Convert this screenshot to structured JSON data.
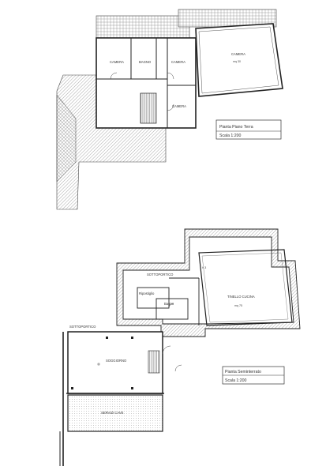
{
  "plans": {
    "ground_floor": {
      "legend_title": "Pianta Piano Terra",
      "legend_scale": "Scala 1:200",
      "rooms": {
        "camera_1": "CAMERA",
        "bagno": "BAGNO",
        "camera_2": "CAMERA",
        "camera_big": "CAMERA",
        "camera_big_area": "mq 30",
        "camera_3": "CAMERA"
      }
    },
    "semi_basement": {
      "legend_title": "Pianta Seminterrato",
      "legend_scale": "Scala 1:200",
      "rooms": {
        "sottoportico_top": "SOTTOPORTICO",
        "sottoportico_left": "SOTTOPORTICO",
        "ripostiglio": "Ripostiglio",
        "bagno": "Bagno",
        "tinello": "TINELLO CUCINA",
        "tinello_area": "mq 75",
        "soggiorno": "SOGGIORNO",
        "servizi": "SERVIZI CAVE",
        "dim_label": "h 3"
      }
    }
  },
  "colors": {
    "line": "#333333",
    "hatch": "#555555",
    "paper": "#ffffff"
  }
}
